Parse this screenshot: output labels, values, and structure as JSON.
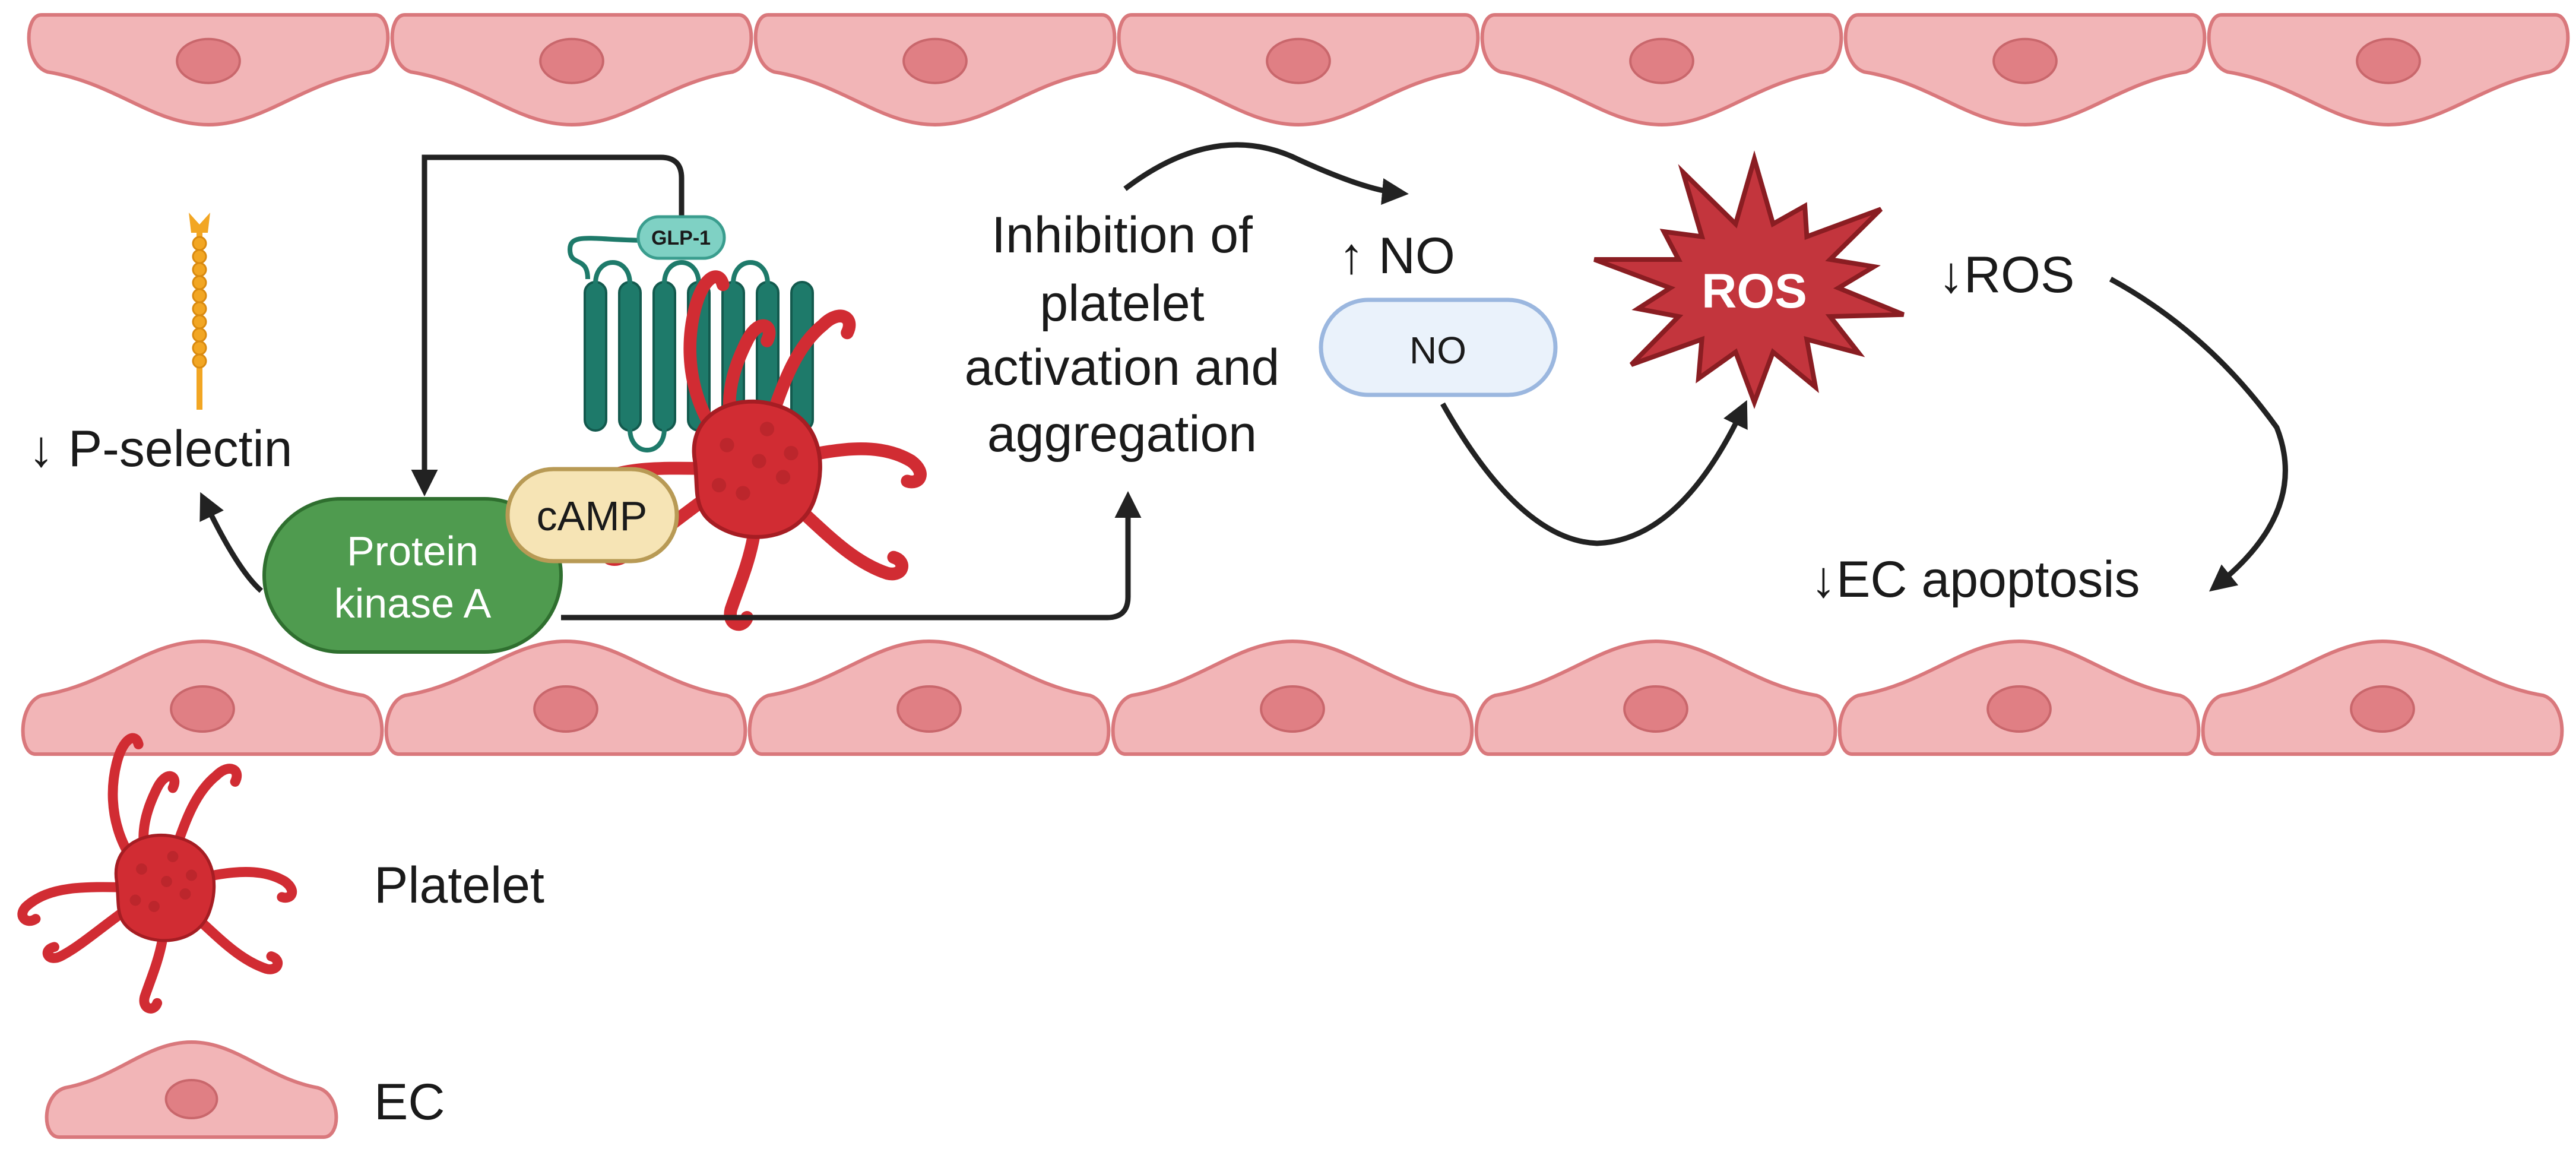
{
  "labels": {
    "p_selectin": "↓ P-selectin",
    "glp1": "GLP-1",
    "protein_kinase_a_line1": "Protein",
    "protein_kinase_a_line2": "kinase A",
    "camp": "cAMP",
    "inhibition_line1": "Inhibition of",
    "inhibition_line2": "platelet",
    "inhibition_line3": "activation and",
    "inhibition_line4": "aggregation",
    "no_up": "↑ NO",
    "no_pill": "NO",
    "ros_burst": "ROS",
    "ros_down": "↓ROS",
    "ec_apoptosis": "↓EC apoptosis"
  },
  "legend": {
    "platelet": "Platelet",
    "ec": "EC"
  },
  "colors": {
    "ec_fill": "#f2b5b7",
    "ec_stroke": "#d9787c",
    "ec_nucleus": "#e07f84",
    "pka_fill": "#4f9b4f",
    "camp_fill": "#f6e4b5",
    "camp_stroke": "#b89a55",
    "receptor": "#1e7a6a",
    "glp1_fill": "#7fd1c4",
    "platelet": "#d12c33",
    "selectin": "#f2a623",
    "no_fill": "#eaf2fb",
    "no_stroke": "#9bb7df",
    "ros_fill": "#c3353d",
    "arrow": "#222222"
  },
  "icons": {
    "platelet": "platelet-icon",
    "ec": "endothelial-cell-icon",
    "receptor": "glp1-receptor-icon",
    "selectin": "p-selectin-icon",
    "ros": "ros-burst-icon"
  }
}
